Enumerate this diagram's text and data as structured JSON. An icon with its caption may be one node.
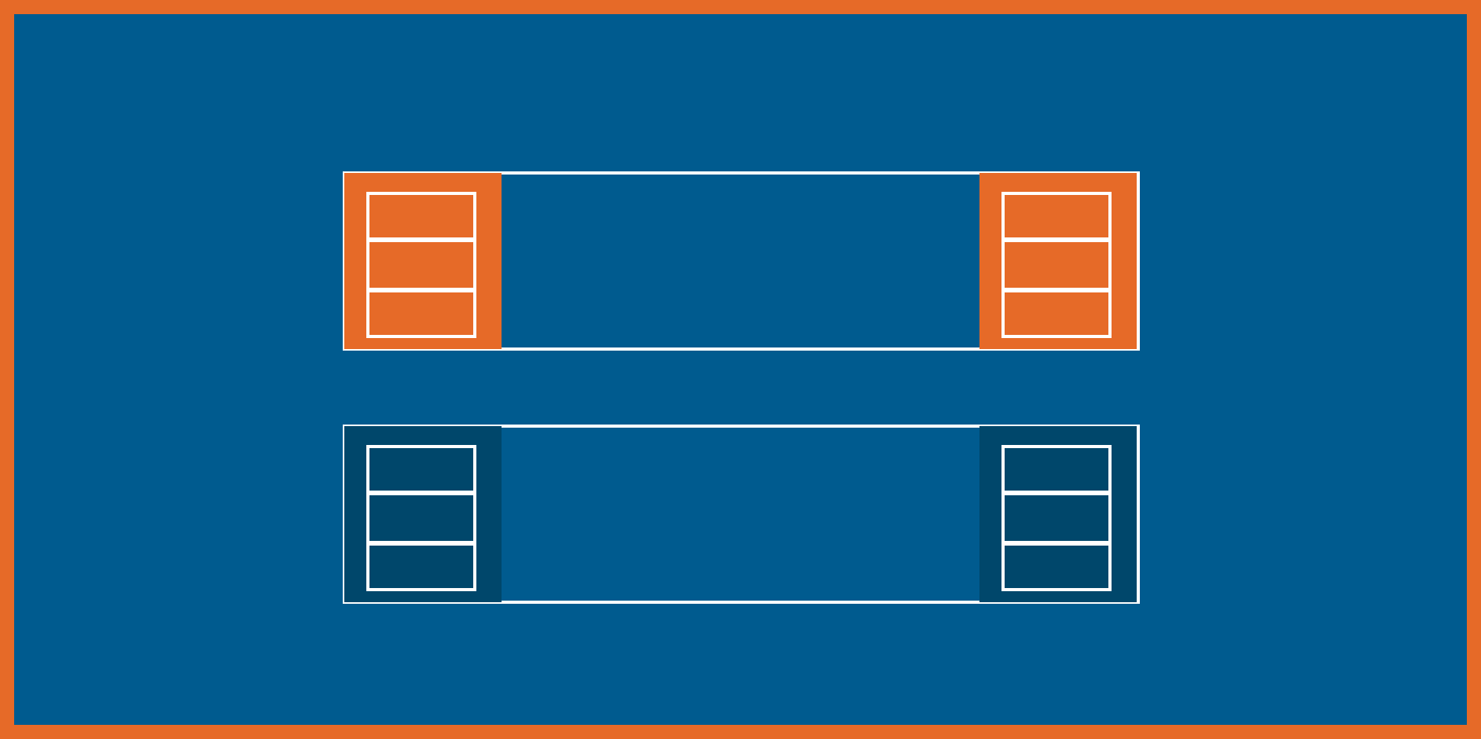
{
  "diagram": {
    "nodes": [
      {
        "text": [],
        "shape": "bar"
      },
      {
        "text": [],
        "shape": "box",
        "in": 0
      },
      {
        "text": [],
        "shape": "box",
        "in": 1
      },
      {
        "text": [],
        "shape": "box",
        "in": 1
      },
      {
        "text": [],
        "shape": "box",
        "in": 1
      },
      {
        "text": [],
        "shape": "box",
        "in": 0
      },
      {
        "text": [],
        "shape": "box",
        "in": 5
      },
      {
        "text": [],
        "shape": "box",
        "in": 5
      },
      {
        "text": [],
        "shape": "box",
        "in": 5
      },
      {
        "text": [],
        "shape": "bar"
      },
      {
        "text": [],
        "shape": "box",
        "in": 9
      },
      {
        "text": [],
        "shape": "box",
        "in": 10
      },
      {
        "text": [],
        "shape": "box",
        "in": 10
      },
      {
        "text": [],
        "shape": "box",
        "in": 10
      },
      {
        "text": [],
        "shape": "box",
        "in": 9
      },
      {
        "text": [],
        "shape": "box",
        "in": 14
      },
      {
        "text": [],
        "shape": "box",
        "in": 14
      },
      {
        "text": [],
        "shape": "box",
        "in": 14
      }
    ]
  }
}
